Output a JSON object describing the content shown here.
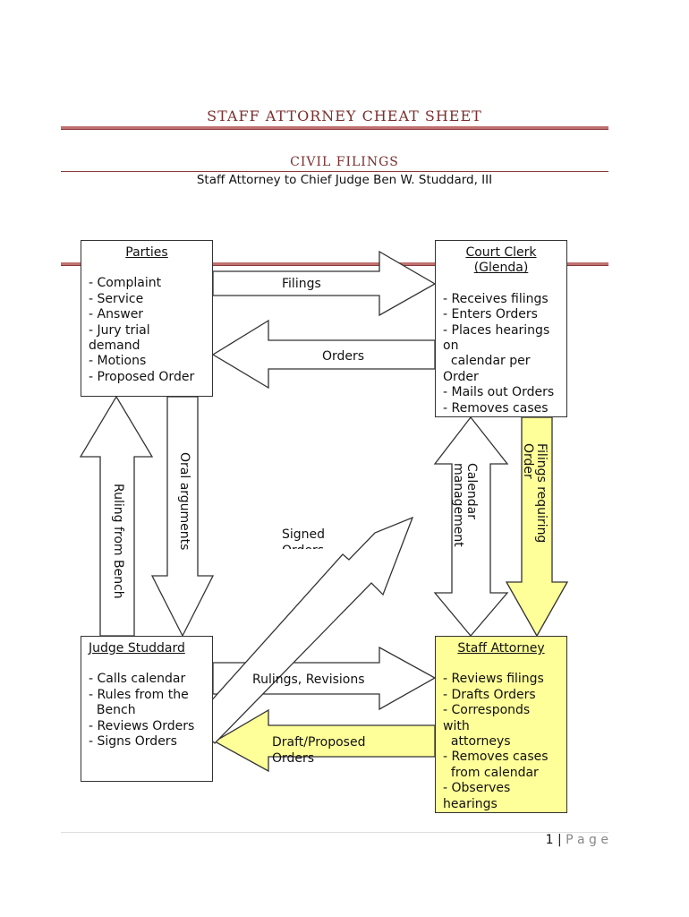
{
  "header": {
    "title": "STAFF ATTORNEY CHEAT SHEET",
    "section": "CIVIL FILINGS",
    "subtitle": "Staff Attorney to Chief Judge Ben W. Studdard, III"
  },
  "diagram": {
    "parties": {
      "title": "Parties",
      "items": [
        "- Complaint",
        "- Service",
        "- Answer",
        "- Jury trial demand",
        "- Motions",
        "- Proposed Order"
      ]
    },
    "court_clerk": {
      "title": "Court Clerk (Glenda)",
      "items": [
        "- Receives filings",
        "- Enters Orders",
        "- Places hearings on",
        "  calendar per Order",
        "- Mails out Orders",
        "- Removes cases"
      ]
    },
    "judge": {
      "title": "Judge Studdard",
      "items": [
        "- Calls calendar",
        "- Rules from the",
        "  Bench",
        "- Reviews Orders",
        "- Signs Orders"
      ]
    },
    "staff_attorney": {
      "title": "Staff Attorney",
      "items": [
        "- Reviews filings",
        "- Drafts Orders",
        "- Corresponds with",
        "  attorneys",
        "- Removes cases",
        "  from calendar",
        "- Observes hearings"
      ],
      "fill": "#ffff99"
    },
    "arrows": {
      "filings": "Filings",
      "orders": "Orders",
      "ruling_from_bench": "Ruling from Bench",
      "oral_arguments": "Oral arguments",
      "calendar_management": "Calendar management",
      "filings_requiring_order": "Filings requiring Order",
      "signed_orders": "Signed Orders",
      "rulings_revisions": "Rulings, Revisions",
      "draft_proposed": "Draft/Proposed Orders"
    }
  },
  "footer": {
    "page_number": "1",
    "separator": "|",
    "page_label": "P a g e"
  },
  "colors": {
    "accent": "#a84c4c",
    "highlight": "#ffff99"
  }
}
